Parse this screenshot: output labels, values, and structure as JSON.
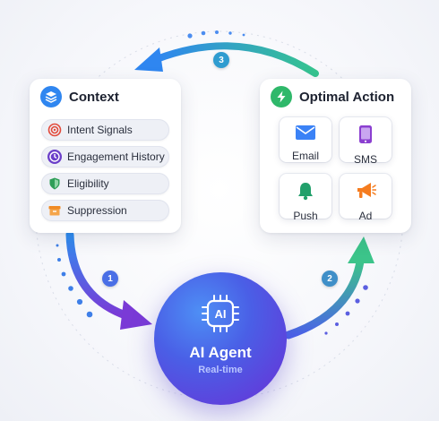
{
  "context": {
    "title": "Context",
    "items": [
      {
        "label": "Intent Signals",
        "icon": "target-icon",
        "color": "#e24a3b"
      },
      {
        "label": "Engagement History",
        "icon": "clock-icon",
        "color": "#6b3fc9"
      },
      {
        "label": "Eligibility",
        "icon": "shield-icon",
        "color": "#2e9e57"
      },
      {
        "label": "Suppression",
        "icon": "archive-box-icon",
        "color": "#f08a24"
      }
    ]
  },
  "optimal_action": {
    "title": "Optimal Action",
    "channels": [
      {
        "label": "Email",
        "icon": "mail-icon",
        "color": "#3b82f6"
      },
      {
        "label": "SMS",
        "icon": "phone-icon",
        "color": "#8b3fd0"
      },
      {
        "label": "Push",
        "icon": "bell-icon",
        "color": "#22a06b"
      },
      {
        "label": "Ad",
        "icon": "megaphone-icon",
        "color": "#f57c1f"
      }
    ]
  },
  "agent": {
    "badge": "AI",
    "title": "AI Agent",
    "subtitle": "Real-time"
  },
  "steps": [
    "1",
    "2",
    "3"
  ],
  "colors": {
    "blue": "#3b82f6",
    "purple": "#7b3fd6",
    "green": "#34c38f",
    "teal": "#2bb3a8"
  }
}
